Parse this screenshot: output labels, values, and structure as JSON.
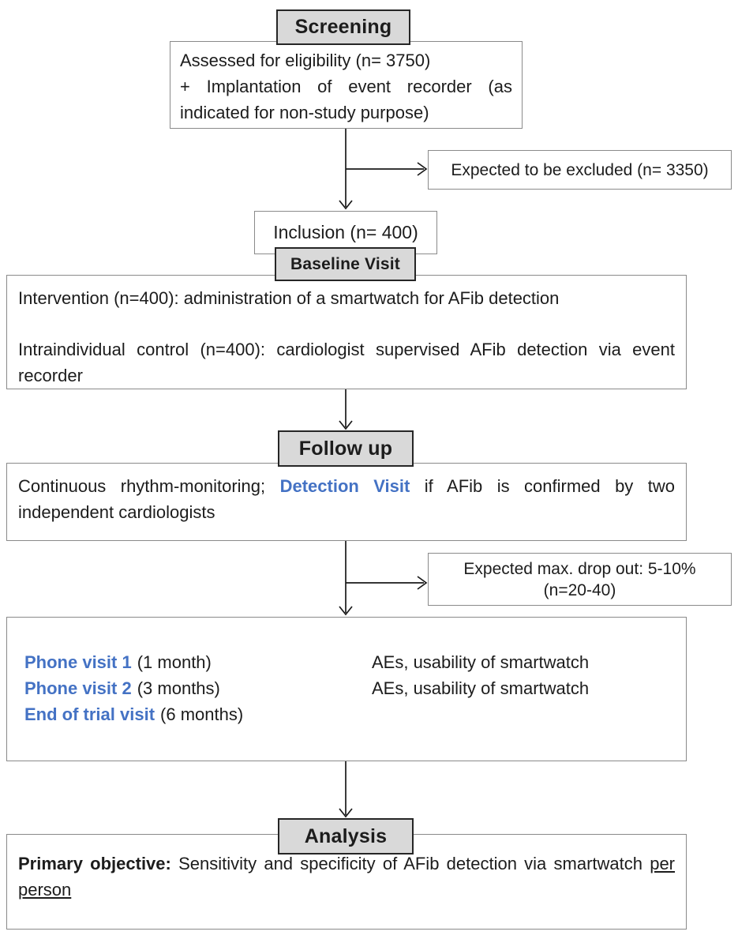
{
  "colors": {
    "stage_header_fill": "#d9d9d9",
    "stage_header_border": "#262626",
    "content_box_border": "#8a8a8a",
    "accent_blue": "#4472c4",
    "text": "#1c1c1c"
  },
  "stages": {
    "screening": "Screening",
    "baseline": "Baseline Visit",
    "followup": "Follow up",
    "analysis": "Analysis"
  },
  "boxes": {
    "assessed": {
      "line1": "Assessed for eligibility (n= 3750)",
      "line2": "+ Implantation of event recorder (as indicated for non-study purpose)"
    },
    "excluded": {
      "text": "Expected to be excluded (n= 3350)"
    },
    "inclusion": {
      "text": "Inclusion (n= 400)"
    },
    "intervention": {
      "para1": "Intervention (n=400): administration of a smartwatch for AFib detection",
      "para2": "Intraindividual control (n=400): cardiologist supervised AFib detection via event recorder"
    },
    "followup_body": {
      "pre": "Continuous rhythm-monitoring; ",
      "highlight": "Detection Visit",
      "post": " if AFib is confirmed by two independent cardiologists"
    },
    "dropout": {
      "line1": "Expected max. drop out: 5-10%",
      "line2": "(n=20-40)"
    },
    "visits": {
      "rows": [
        {
          "label": "Phone visit 1",
          "timing": "(1 month)",
          "note": "AEs, usability of smartwatch"
        },
        {
          "label": "Phone visit 2",
          "timing": "(3 months)",
          "note": "AEs, usability of smartwatch"
        },
        {
          "label": "End of trial visit",
          "timing": "(6 months)",
          "note": ""
        }
      ]
    },
    "analysis_body": {
      "bold": "Primary objective:",
      "middle": " Sensitivity and specificity of AFib detection via smartwatch ",
      "underlined": "per person"
    }
  }
}
